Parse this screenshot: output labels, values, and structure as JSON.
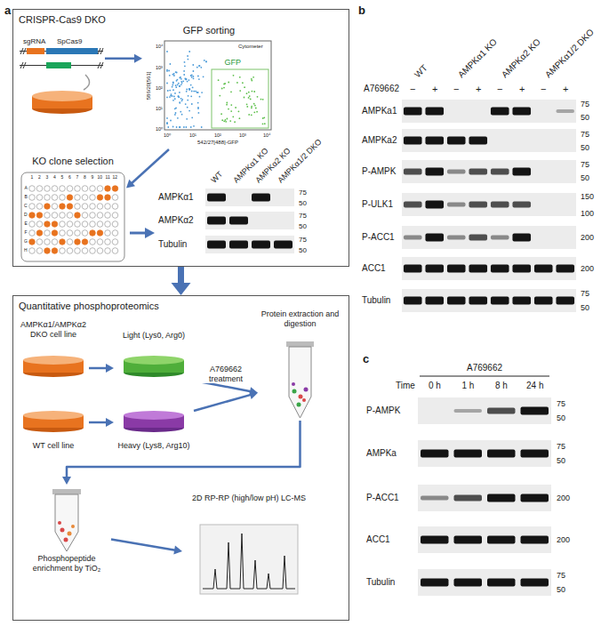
{
  "diagram": {
    "nodes": [
      {
        "text": [
          "CRISPR-Cas9 DKO"
        ]
      },
      {
        "text": [
          "sgRNA",
          "SpCas9"
        ],
        "in": 0
      },
      {
        "text": [
          "GFP sorting"
        ],
        "in": 0
      },
      {
        "text": [
          "KO clone selection"
        ],
        "in": 0
      },
      {
        "text": [
          "Quantitative phosphoproteomics"
        ]
      },
      {
        "text": [
          "AMPKα1/AMPKα2 DKO cell line"
        ],
        "in": 4
      },
      {
        "text": [
          "WT cell line"
        ],
        "in": 4
      },
      {
        "text": [
          "Light (Lys0, Arg0)"
        ],
        "in": 4
      },
      {
        "text": [
          "Heavy (Lys8, Arg10)"
        ],
        "in": 4
      },
      {
        "text": [
          "Protein extraction and digestion"
        ],
        "in": 4
      },
      {
        "text": [
          "Phosphopeptide enrichment by TiO₂"
        ],
        "in": 4
      },
      {
        "text": [
          "2D RP-RP (high/low pH) LC-MS"
        ],
        "in": 4
      }
    ],
    "edges": [
      {
        "from": 1,
        "to": 2,
        "arrow": "to"
      },
      {
        "from": 2,
        "to": 3,
        "arrow": "to"
      },
      {
        "from": 0,
        "to": 4,
        "arrow": "to"
      },
      {
        "from": 5,
        "to": 7,
        "arrow": "to"
      },
      {
        "from": 6,
        "to": 8,
        "arrow": "to"
      },
      {
        "from": 7,
        "to": 9,
        "arrow": "to",
        "label": "A769662 treatment"
      },
      {
        "from": 8,
        "to": 9,
        "arrow": "to"
      },
      {
        "from": 9,
        "to": 10,
        "arrow": "to"
      },
      {
        "from": 10,
        "to": 11,
        "arrow": "to"
      }
    ],
    "labels": [
      "a",
      "Cytometer",
      "GFP",
      "586/20[561]",
      "10⁴",
      "10³",
      "10²",
      "10¹",
      "10⁰",
      "10⁰",
      "10¹",
      "10²",
      "10³",
      "10⁴",
      "542/27[488]-GFP",
      "1",
      "2",
      "3",
      "4",
      "5",
      "6",
      "7",
      "8",
      "9",
      "10",
      "11",
      "12",
      "A",
      "B",
      "C",
      "D",
      "E",
      "F",
      "G",
      "H",
      "WT",
      "AMPKα1 KO",
      "AMPKα2 KO",
      "AMPKα1/2 DKO",
      "AMPKα1",
      "AMPKα2",
      "Tubulin",
      "75",
      "50",
      "75",
      "50",
      "75",
      "50",
      "b",
      "WT",
      "AMPKα1 KO",
      "AMPKα2 KO",
      "AMPKα1/2 DKO",
      "A769662",
      "−",
      "+",
      "−",
      "+",
      "−",
      "+",
      "−",
      "+",
      "AMPKa1",
      "AMPKa2",
      "P-AMPK",
      "P-ULK1",
      "P-ACC1",
      "ACC1",
      "Tubulin",
      "75",
      "50",
      "75",
      "50",
      "75",
      "50",
      "150",
      "100",
      "200",
      "200",
      "75",
      "50",
      "c",
      "A769662",
      "Time",
      "0 h",
      "1 h",
      "8 h",
      "24 h",
      "P-AMPK",
      "AMPKa",
      "P-ACC1",
      "ACC1",
      "Tubulin",
      "75",
      "50",
      "75",
      "50",
      "200",
      "200",
      "75",
      "50"
    ]
  }
}
